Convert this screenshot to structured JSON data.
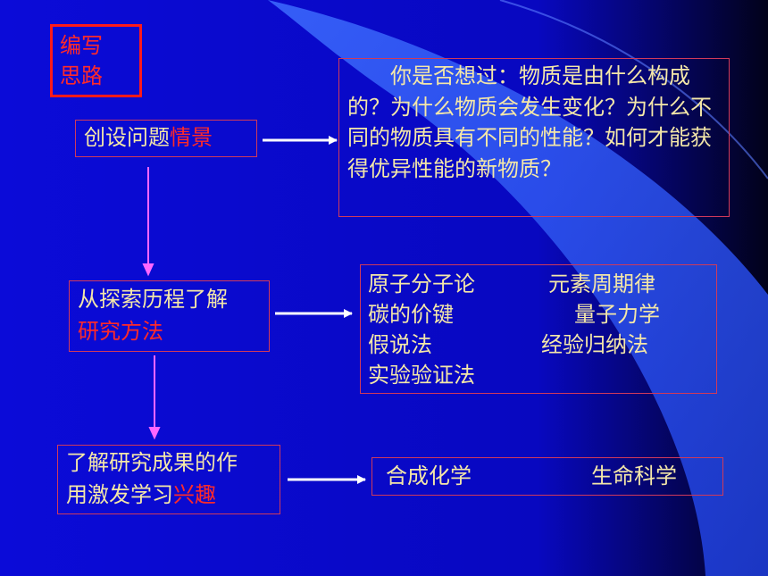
{
  "label": {
    "line1": "编写",
    "line2": "思路"
  },
  "steps": [
    {
      "text": "创设问题",
      "highlight": "情景"
    },
    {
      "line1": "从探索历程了解",
      "highlight": "研究方法"
    },
    {
      "line1": "了解研究成果的作",
      "line2_prefix": "用激发学习",
      "highlight": "兴趣"
    }
  ],
  "details": {
    "question": "你是否想过：物质是由什么构成的？为什么物质会发生变化？为什么不同的物质具有不同的性能？如何才能获得优异性能的新物质？",
    "methods": [
      [
        "原子分子论",
        "元素周期律"
      ],
      [
        "碳的价键",
        "量子力学"
      ],
      [
        "假说法",
        "经验归纳法"
      ],
      [
        "实验验证法"
      ]
    ],
    "results": [
      "合成化学",
      "生命科学"
    ]
  },
  "colors": {
    "background": "#0b0bd8",
    "text": "#f4e7a8",
    "highlight": "#ff2a2a",
    "border": "#d03a5a",
    "down_arrow": "#ff66ff",
    "right_arrow": "#ffffff"
  }
}
